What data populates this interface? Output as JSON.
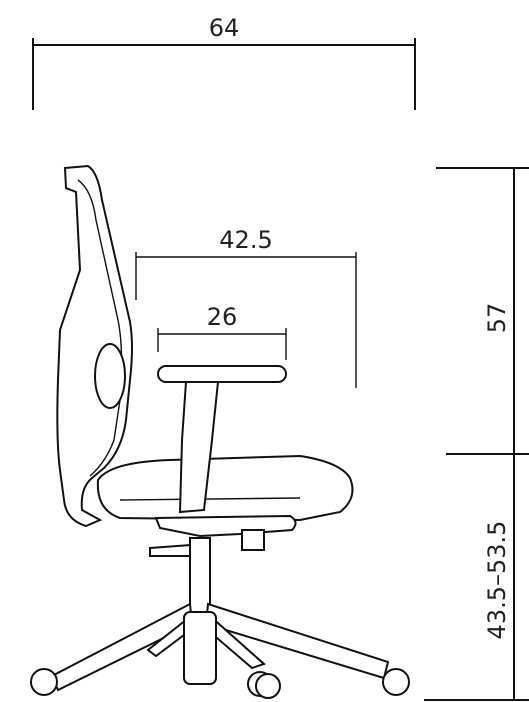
{
  "dimensions": {
    "overall_width": "64",
    "seat_depth": "42.5",
    "armrest_length": "26",
    "backrest_height": "57",
    "seat_height_range": "43.5–53.5"
  },
  "colors": {
    "line": "#111111",
    "background": "#ffffff"
  }
}
